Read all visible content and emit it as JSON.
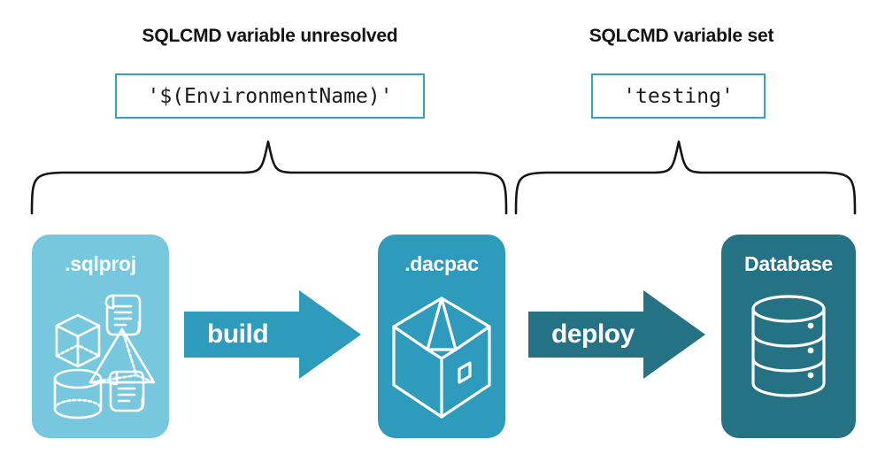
{
  "diagram": {
    "sections": [
      {
        "id": "left",
        "title": "SQLCMD variable unresolved",
        "value": "'$(EnvironmentName)'"
      },
      {
        "id": "right",
        "title": "SQLCMD variable set",
        "value": "'testing'"
      }
    ],
    "nodes": [
      {
        "id": "sqlproj",
        "label": ".sqlproj",
        "color": "#77C8DE",
        "icons": [
          "cube-icon",
          "scroll-icon",
          "pyramid-icon",
          "cylinder-icon",
          "scroll-icon"
        ]
      },
      {
        "id": "dacpac",
        "label": ".dacpac",
        "color": "#2E9BBC",
        "icons": [
          "package-box-icon"
        ]
      },
      {
        "id": "database",
        "label": "Database",
        "color": "#257285",
        "icons": [
          "database-cylinder-icon"
        ]
      }
    ],
    "arrows": [
      {
        "id": "build",
        "label": "build",
        "color": "#2E9BBC"
      },
      {
        "id": "deploy",
        "label": "deploy",
        "color": "#257285"
      }
    ],
    "colors": {
      "accent_light": "#77C8DE",
      "accent_mid": "#2E9BBC",
      "accent_dark": "#257285",
      "code_border": "#35A0BF",
      "text": "#121212",
      "brace": "#151515",
      "background": "#ffffff"
    }
  }
}
